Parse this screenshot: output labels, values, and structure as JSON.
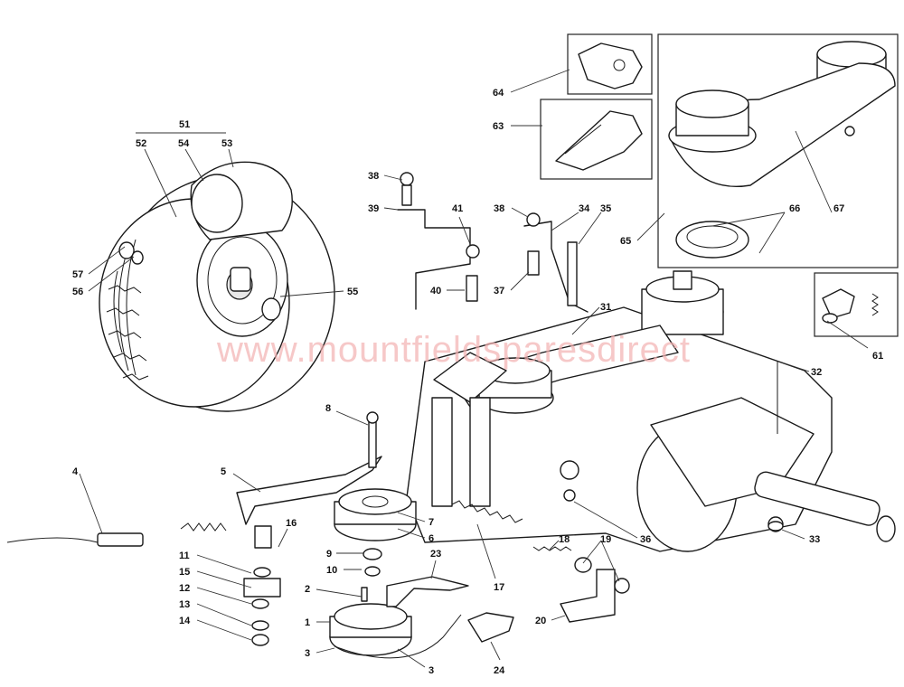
{
  "watermark": "www.mountfieldsparesdirect",
  "colors": {
    "line": "#1a1a1a",
    "watermark": "#f3b1b1",
    "background": "#ffffff"
  },
  "callouts": {
    "c51": "51",
    "c52": "52",
    "c54": "54",
    "c53": "53",
    "c57": "57",
    "c56": "56",
    "c55": "55",
    "c64": "64",
    "c63": "63",
    "c65": "65",
    "c66": "66",
    "c67": "67",
    "c61": "61",
    "c38a": "38",
    "c39": "39",
    "c41": "41",
    "c40": "40",
    "c38b": "38",
    "c34": "34",
    "c35": "35",
    "c37": "37",
    "c31": "31",
    "c32": "32",
    "c8": "8",
    "c5": "5",
    "c4": "4",
    "c16": "16",
    "c7": "7",
    "c6": "6",
    "c9": "9",
    "c10": "10",
    "c11": "11",
    "c15": "15",
    "c12": "12",
    "c13": "13",
    "c14": "14",
    "c2": "2",
    "c1": "1",
    "c3a": "3",
    "c3b": "3",
    "c23": "23",
    "c17": "17",
    "c18": "18",
    "c19": "19",
    "c20": "20",
    "c24": "24",
    "c36": "36",
    "c33": "33"
  }
}
